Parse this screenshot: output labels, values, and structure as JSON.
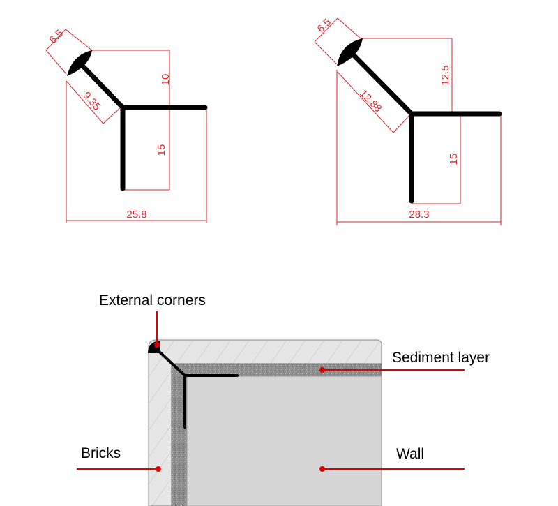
{
  "colors": {
    "dimension": "#d9262b",
    "profile": "#000000",
    "callout": "#e00000",
    "wall_fill": "#d6d6d6",
    "brick_fill": "#e6e6e6",
    "brick_hatch": "#c4c4c4",
    "sediment_fill": "#8c8c8c",
    "outline": "#9a9a9a",
    "label_text": "#000000"
  },
  "profile_small": {
    "cap_width": "6.5",
    "arm_diagonal": "9.35",
    "cap_height": "10",
    "leg_height": "15",
    "total_width": "25.8"
  },
  "profile_large": {
    "cap_width": "6.5",
    "arm_diagonal": "12.88",
    "cap_height": "12.5",
    "leg_height": "15",
    "total_width": "28.3"
  },
  "installation": {
    "labels": {
      "external_corners": "External corners",
      "sediment_layer": "Sediment layer",
      "bricks": "Bricks",
      "wall": "Wall"
    }
  }
}
